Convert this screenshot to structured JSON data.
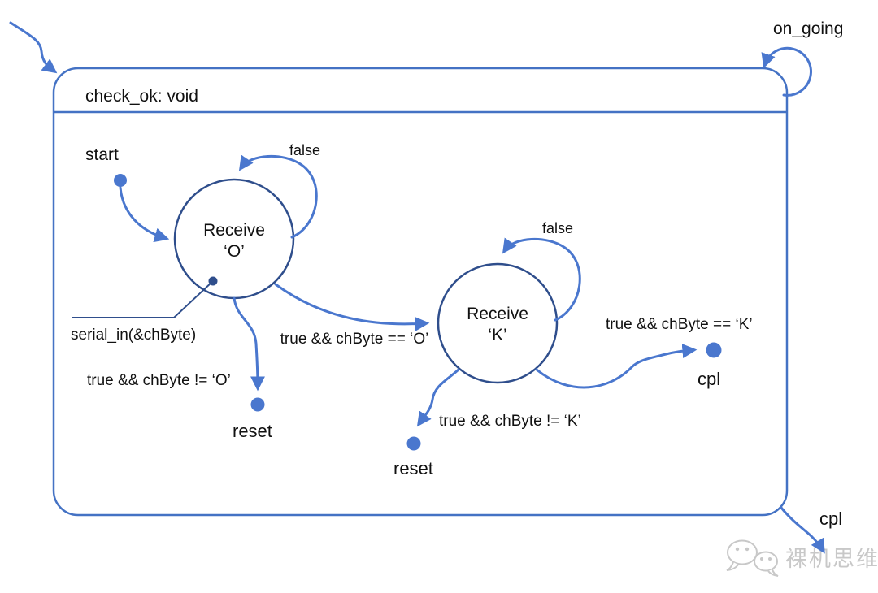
{
  "colors": {
    "frame": "#4472C4",
    "arrow": "#4A77CE",
    "state_stroke": "#2F4E8C",
    "text_color": "#111111",
    "watermark": "#c8c8c8"
  },
  "frame": {
    "title": "check_ok: void"
  },
  "states": {
    "receive_o": {
      "line1": "Receive",
      "line2": "‘O’"
    },
    "receive_k": {
      "line1": "Receive",
      "line2": "‘K’"
    }
  },
  "labels": {
    "on_going": "on_going",
    "start": "start",
    "false_o": "false",
    "false_k": "false",
    "serial_in": "serial_in(&chByte)",
    "cond_o_to_k": "true && chByte == ‘O’",
    "cond_o_reset": "true && chByte != ‘O’",
    "reset_o": "reset",
    "cond_k_reset": "true && chByte != ‘K’",
    "reset_k": "reset",
    "cond_k_cpl": "true && chByte == ‘K’",
    "cpl_mid": "cpl",
    "cpl_exit": "cpl"
  },
  "watermark": {
    "text": "裸机思维"
  }
}
